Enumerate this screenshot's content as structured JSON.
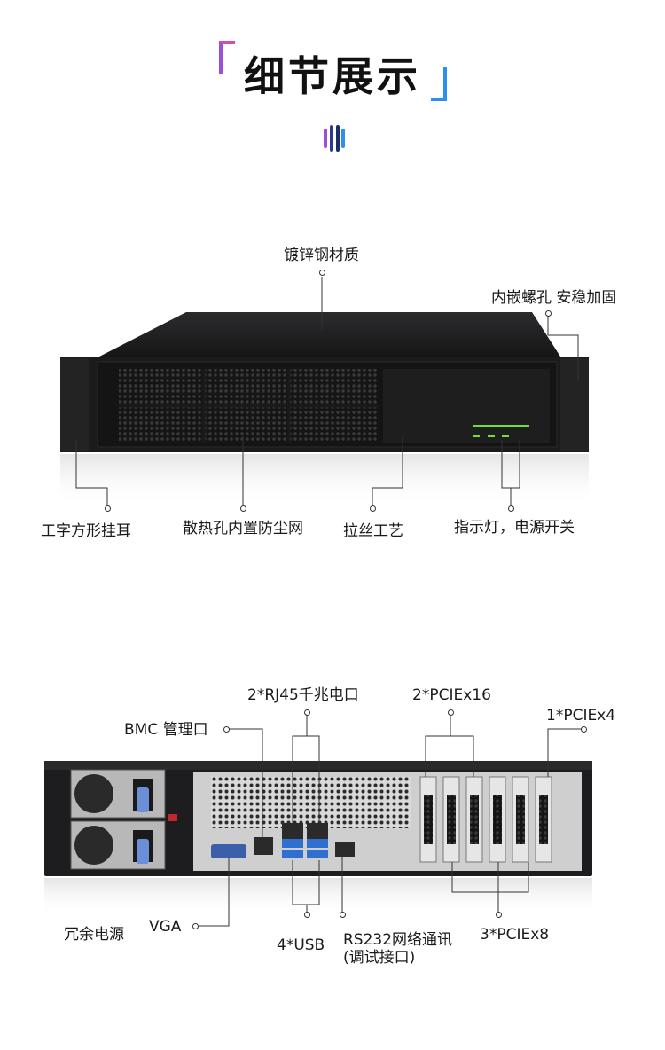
{
  "header": {
    "title": "细节展示"
  },
  "front_view": {
    "callouts": {
      "material": "镀锌钢材质",
      "embedded_screw": "内嵌螺孔 安稳加固",
      "ear": "工字方形挂耳",
      "vent": "散热孔内置防尘网",
      "brushed": "拉丝工艺",
      "indicator": "指示灯，电源开关"
    }
  },
  "rear_view": {
    "callouts": {
      "rj45": "2*RJ45千兆电口",
      "pciex16": "2*PCIEx16",
      "bmc": "BMC 管理口",
      "pciex4": "1*PCIEx4",
      "psu": "冗余电源",
      "vga": "VGA",
      "usb": "4*USB",
      "rs232_line1": "RS232网络通讯",
      "rs232_line2": "(调试接口)",
      "pciex8": "3*PCIEx8"
    }
  },
  "colors": {
    "accent_pink": "#d64bb0",
    "accent_purple": "#9b4fd8",
    "accent_blue": "#2a8ff0",
    "led_green": "#6fe03a",
    "chassis": "#1d1d1f"
  }
}
